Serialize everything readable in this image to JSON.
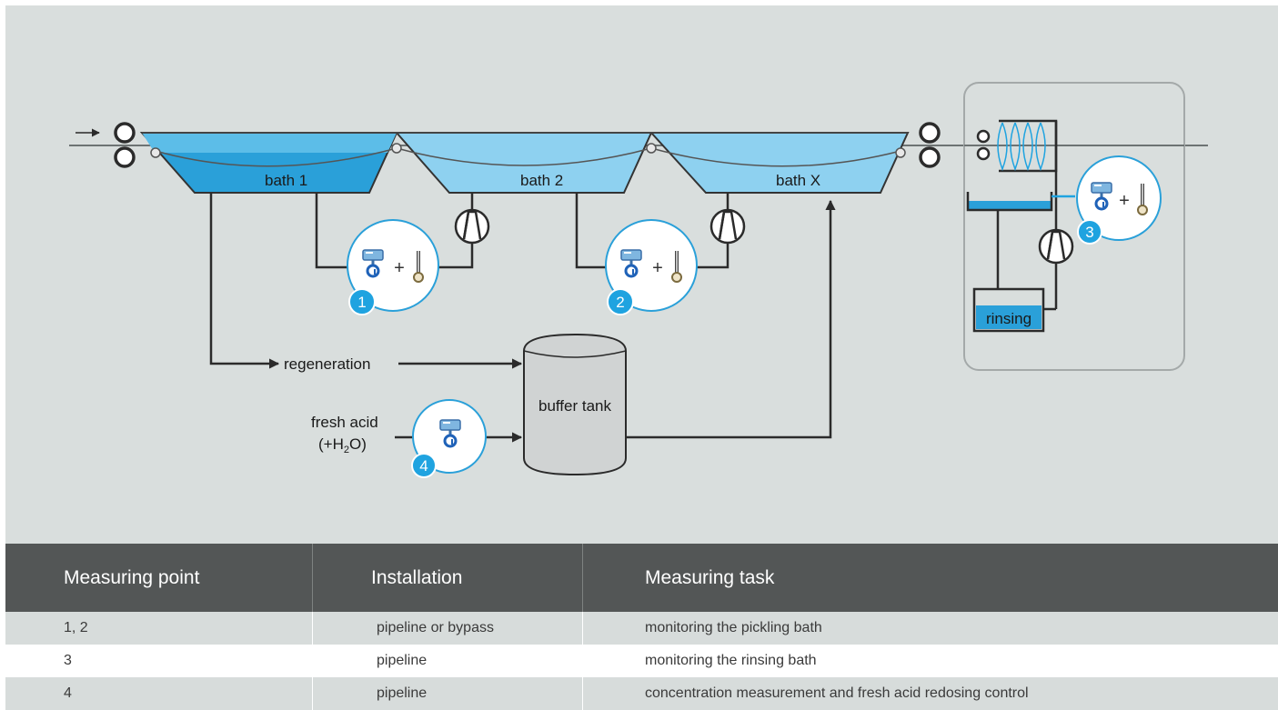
{
  "diagram": {
    "baths": [
      "bath 1",
      "bath 2",
      "bath X"
    ],
    "regeneration": "regeneration",
    "buffer_tank": "buffer tank",
    "fresh_acid_line1": "fresh acid",
    "fresh_acid_line2_pre": "(+H",
    "fresh_acid_sub": "2",
    "fresh_acid_line2_post": "O)",
    "rinsing": "rinsing",
    "plus": "+",
    "points": [
      "1",
      "2",
      "3",
      "4"
    ],
    "colors": {
      "background": "#d9dedd",
      "bath_dark": "#2a9fd6",
      "bath_light": "#8bd0f0",
      "marker": "#1fa3e0",
      "line": "#2b2b2b"
    }
  },
  "table": {
    "headers": [
      "Measuring point",
      "Installation",
      "Measuring task"
    ],
    "rows": [
      [
        "1, 2",
        "pipeline or bypass",
        "monitoring the pickling bath"
      ],
      [
        "3",
        "pipeline",
        "monitoring the rinsing bath"
      ],
      [
        "4",
        "pipeline",
        "concentration measurement and fresh acid redosing control"
      ]
    ]
  }
}
